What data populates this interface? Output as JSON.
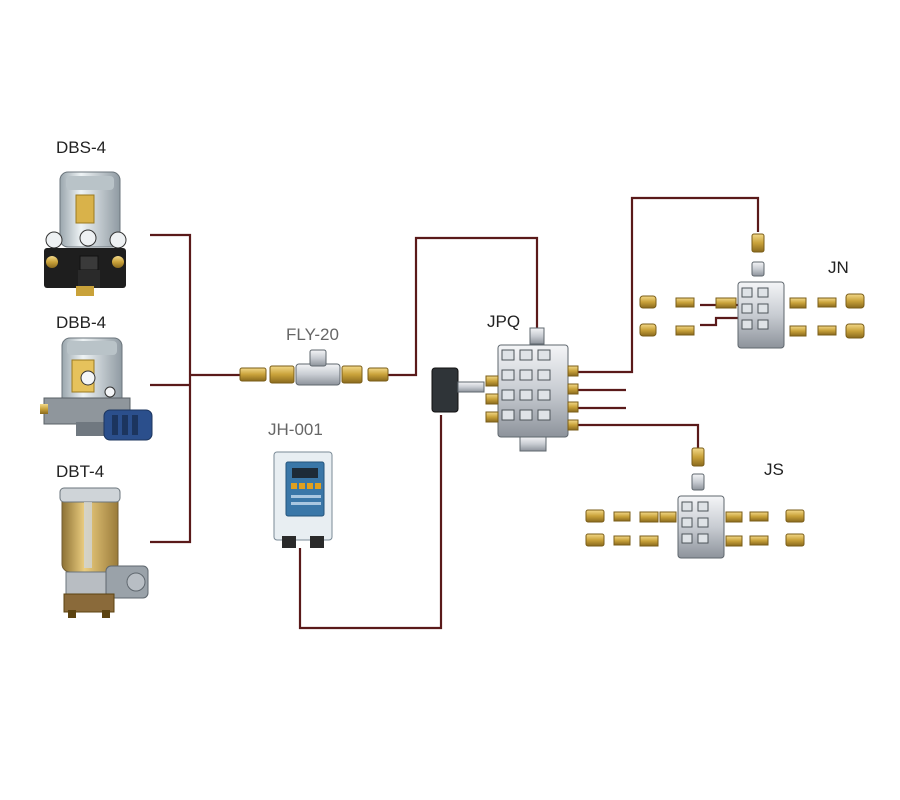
{
  "labels": {
    "dbs4": "DBS-4",
    "dbb4": "DBB-4",
    "dbt4": "DBT-4",
    "fly20": "FLY-20",
    "jh001": "JH-001",
    "jpq": "JPQ",
    "jn": "JN",
    "js": "JS"
  },
  "colors": {
    "pipe": "#5a1a1a",
    "brass": "#c9a23a",
    "steel": "#c8ccd2",
    "controller_blue": "#3a77a8",
    "display_amber": "#e0a020",
    "motor_blue": "#2b4f8c"
  }
}
